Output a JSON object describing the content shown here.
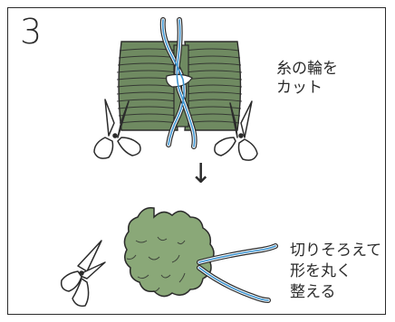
{
  "step": {
    "number": "3"
  },
  "instruction1": {
    "lines": [
      "糸の輪を",
      "カット"
    ]
  },
  "arrow": {
    "glyph": "↓"
  },
  "instruction2": {
    "lines": [
      "切りそろえて",
      "形を丸く",
      "整える"
    ]
  },
  "colors": {
    "yarn_green": "#6f8a61",
    "pompom_green": "#8aa878",
    "thread_blue": "#3c93cf",
    "outline": "#2b2b2b"
  },
  "icons": [
    "scissors-icon",
    "yarn-bundle",
    "pompom"
  ]
}
